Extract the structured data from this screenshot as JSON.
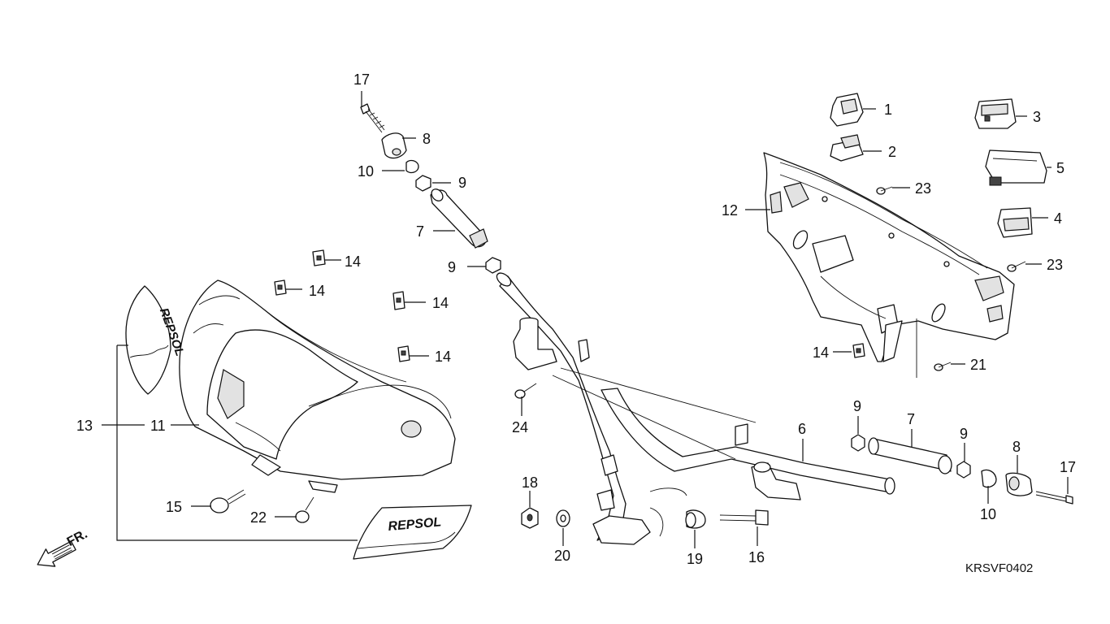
{
  "diagram_code": "KRSVF0402",
  "front_marker": "FR.",
  "decal_text": "REPSOL",
  "labels": {
    "p1": "1",
    "p2": "2",
    "p3": "3",
    "p4": "4",
    "p5": "5",
    "p6": "6",
    "p7a": "7",
    "p7b": "7",
    "p8a": "8",
    "p8b": "8",
    "p9a": "9",
    "p9b": "9",
    "p9c": "9",
    "p9d": "9",
    "p10a": "10",
    "p10b": "10",
    "p11": "11",
    "p12": "12",
    "p13": "13",
    "p14a": "14",
    "p14b": "14",
    "p14c": "14",
    "p14d": "14",
    "p14e": "14",
    "p15": "15",
    "p16": "16",
    "p17a": "17",
    "p17b": "17",
    "p18": "18",
    "p19": "19",
    "p20": "20",
    "p21": "21",
    "p22": "22",
    "p23a": "23",
    "p23b": "23",
    "p24": "24"
  }
}
